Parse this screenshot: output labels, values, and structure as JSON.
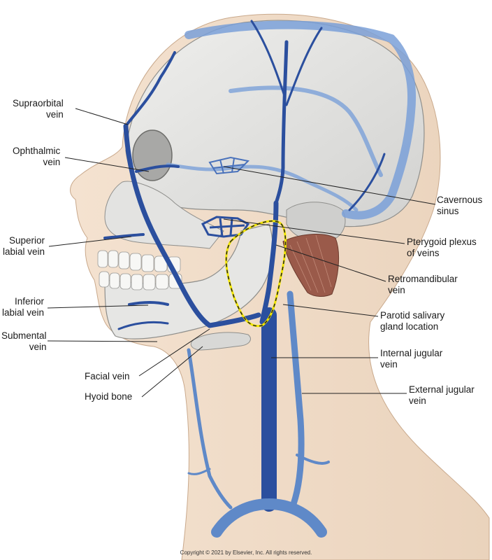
{
  "labels": {
    "supraorbital_vein": [
      "Supraorbital",
      "vein"
    ],
    "ophthalmic_vein": [
      "Ophthalmic",
      "vein"
    ],
    "superior_labial_vein": [
      "Superior",
      "labial vein"
    ],
    "inferior_labial_vein": [
      "Inferior",
      "labial vein"
    ],
    "submental_vein": [
      "Submental",
      "vein"
    ],
    "facial_vein": "Facial vein",
    "hyoid_bone": "Hyoid bone",
    "cavernous_sinus": [
      "Cavernous",
      "sinus"
    ],
    "pterygoid_plexus": [
      "Pterygoid plexus",
      "of veins"
    ],
    "retromandibular_vein": [
      "Retromandibular",
      "vein"
    ],
    "parotid_gland": [
      "Parotid salivary",
      "gland location"
    ],
    "internal_jugular_vein": [
      "Internal jugular",
      "vein"
    ],
    "external_jugular_vein": [
      "External jugular",
      "vein"
    ]
  },
  "copyright": "Copyright © 2021 by Elsevier, Inc. All rights reserved.",
  "colors": {
    "vein": "#2b4f9e",
    "vein_light": "#6f96d2",
    "skull": "#e4e4e2",
    "skin": "#f0dcc8",
    "muscle": "#9a5a4a",
    "parotid_outline": "#f2e600"
  }
}
